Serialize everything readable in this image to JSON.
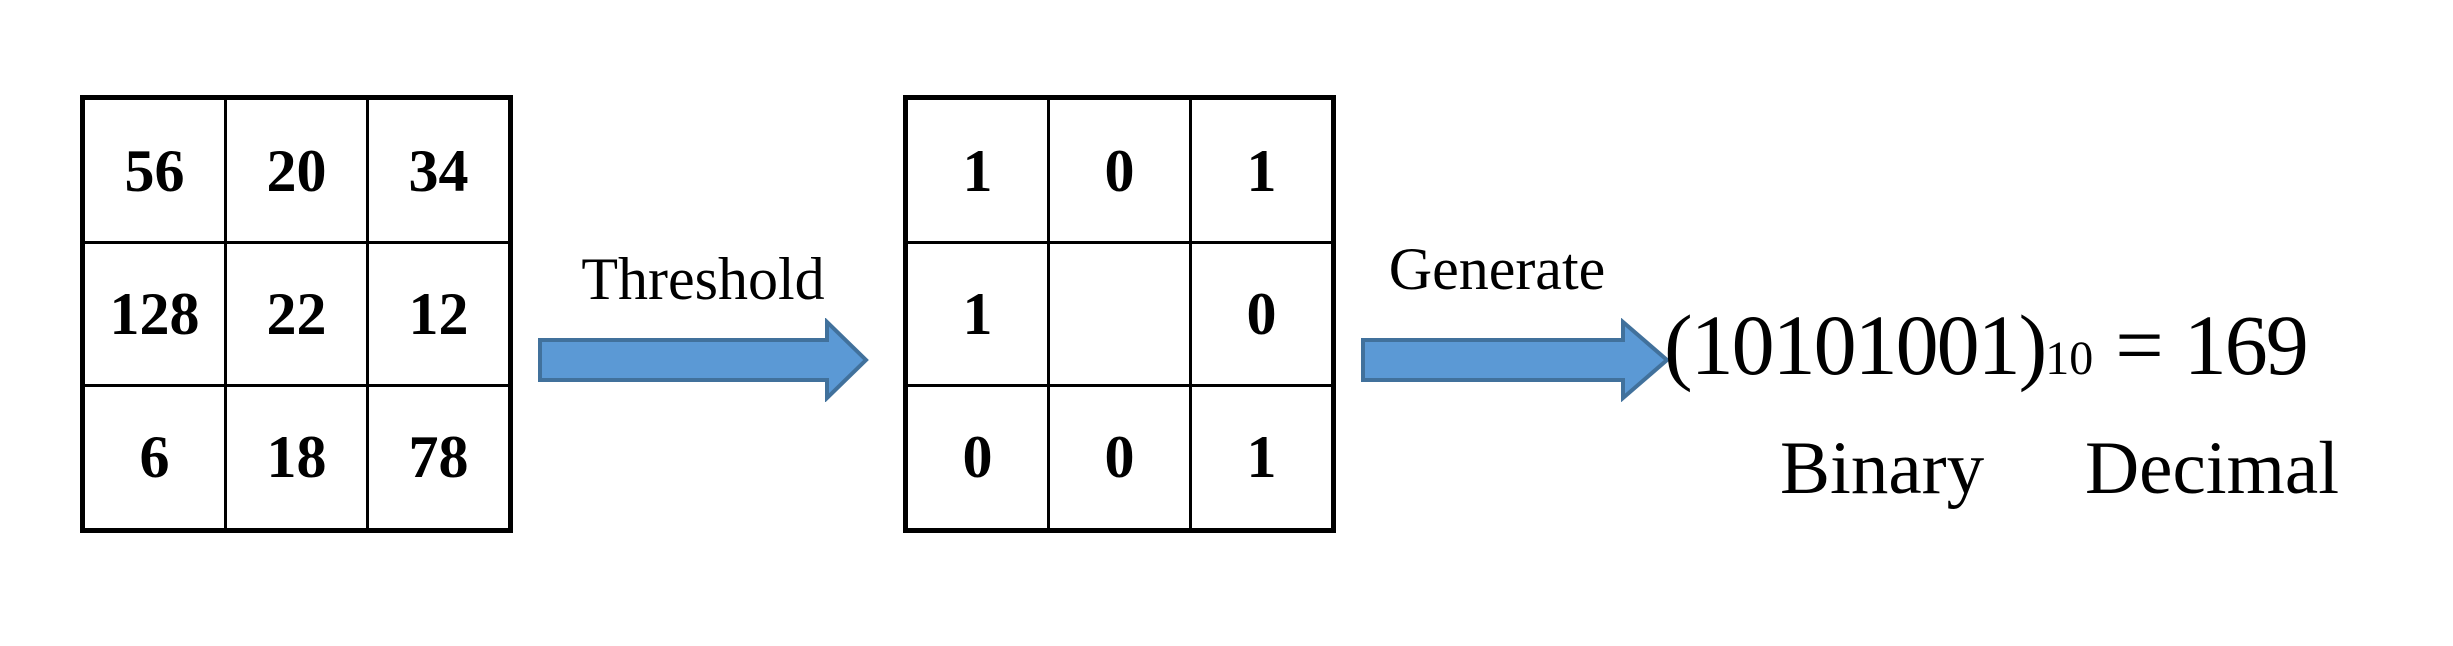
{
  "pixel_grid": {
    "rows": [
      [
        "56",
        "20",
        "34"
      ],
      [
        "128",
        "22",
        "12"
      ],
      [
        "6",
        "18",
        "78"
      ]
    ]
  },
  "threshold": {
    "label": "Threshold"
  },
  "binary_grid": {
    "rows": [
      [
        "1",
        "0",
        "1"
      ],
      [
        "1",
        "",
        "0"
      ],
      [
        "0",
        "0",
        "1"
      ]
    ]
  },
  "generate": {
    "label": "Generate"
  },
  "result": {
    "binary_in_parens": "(10101001)",
    "subscript": "10",
    "equals_sign": "=",
    "decimal_value": "169",
    "binary_caption": "Binary",
    "decimal_caption": "Decimal"
  },
  "colors": {
    "arrow_fill": "#5b99d5",
    "arrow_border": "#41719c",
    "grid_line": "#000000",
    "text": "#000000"
  }
}
